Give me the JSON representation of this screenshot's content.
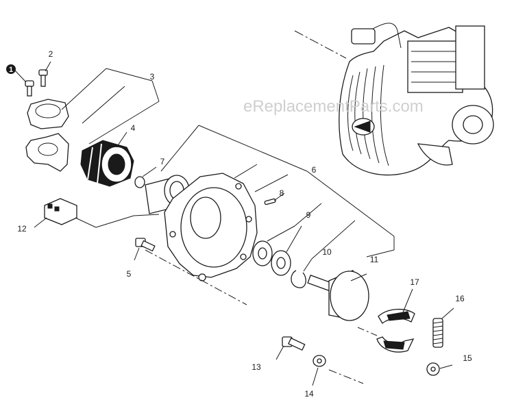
{
  "watermark": "eReplacementParts.com",
  "callouts": {
    "c1": "1",
    "c2": "2",
    "c3": "3",
    "c4": "4",
    "c5": "5",
    "c6": "6",
    "c7": "7",
    "c8": "8",
    "c9": "9",
    "c10": "10",
    "c11": "11",
    "c12": "12",
    "c13": "13",
    "c14": "14",
    "c15": "15",
    "c16": "16",
    "c17": "17"
  }
}
